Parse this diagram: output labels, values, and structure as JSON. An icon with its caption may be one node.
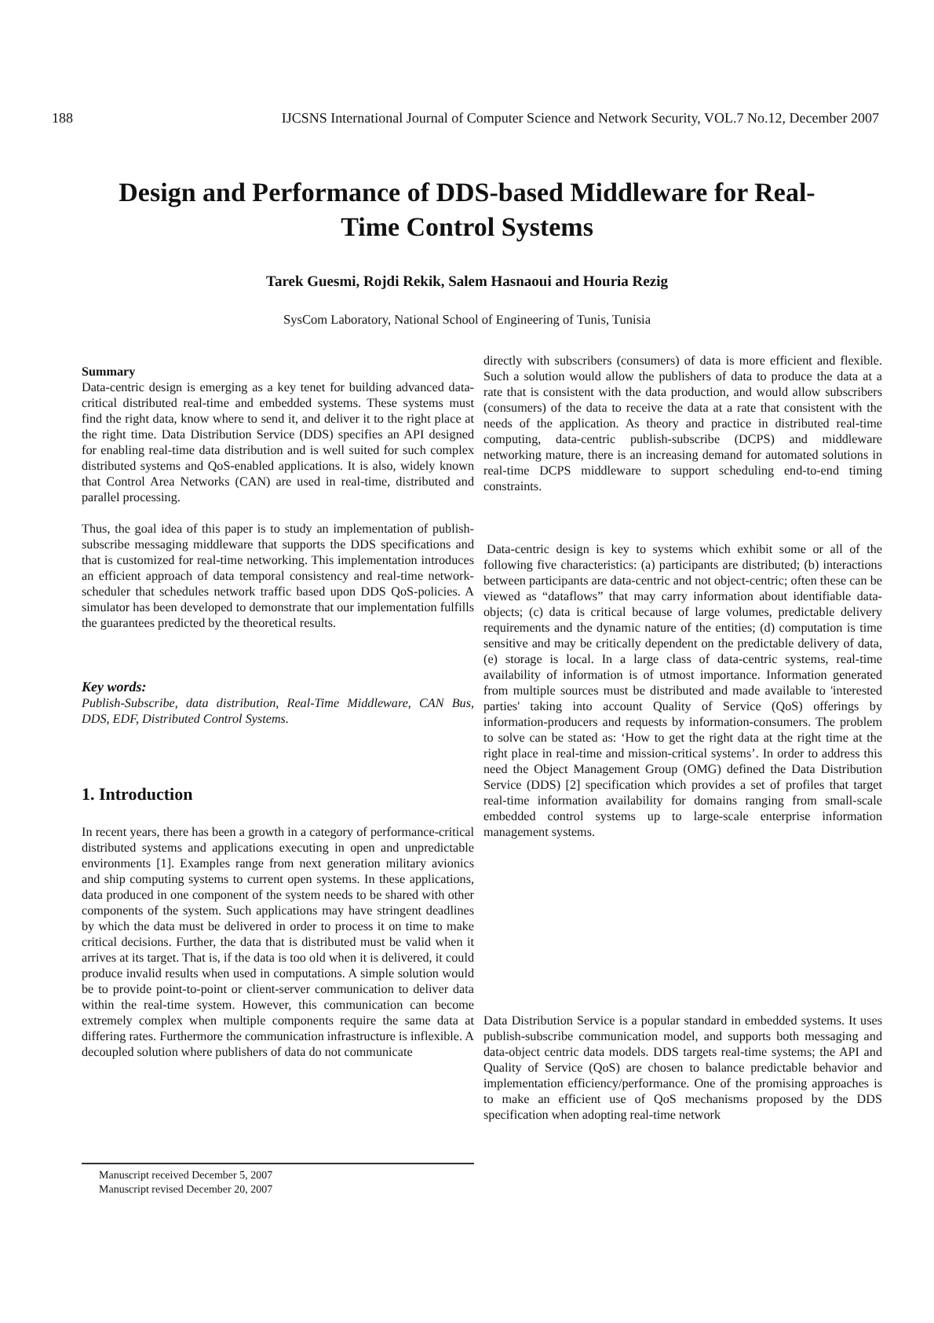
{
  "diagram": {
    "title": "Design and Performance of DDS-based Middleware for Real-Time Control Systems",
    "labels": [
      "188",
      "IJCSNS International Journal of Computer Science and Network Security, VOL.7 No.12, December 2007",
      "Tarek Guesmi, Rojdi Rekik, Salem Hasnaoui and Houria Rezig",
      "SysCom Laboratory, National School of Engineering of Tunis, Tunisia",
      "Summary",
      "Data-centric design is emerging as a key tenet for building advanced data-critical distributed real-time and embedded systems. These systems must find the right data, know where to send it, and deliver it to the right place at the right time. Data Distribution Service (DDS) specifies an API designed for enabling real-time data distribution and is well suited for such complex distributed systems and QoS-enabled applications. It is also, widely known that Control Area Networks (CAN) are used in real-time, distributed and parallel processing.",
      "Thus, the goal idea of this paper is to study an implementation of publish-subscribe messaging middleware that supports the DDS specifications and that is customized for real-time networking. This implementation introduces an efficient approach of data temporal consistency and real-time network-scheduler that schedules network traffic based upon DDS QoS-policies. A simulator has been developed to demonstrate that our implementation fulfills the guarantees predicted by the theoretical results.",
      "Key words:",
      "Publish-Subscribe, data distribution, Real-Time Middleware, CAN Bus, DDS, EDF, Distributed Control Systems.",
      "1. Introduction",
      "In recent years, there has been a growth in a category of performance-critical distributed systems and applications executing in open and unpredictable environments [1]. Examples range from next generation military avionics and ship computing systems to current open systems. In these applications, data produced in one component of the system needs to be shared with other components of the system. Such applications may have stringent deadlines by which the data must be delivered in order to process it on time to make critical decisions. Further, the data that is distributed must be valid when it arrives at its target. That is, if the data is too old when it is delivered, it could produce invalid results when used in computations. A simple solution would be to provide point-to-point or client-server communication to deliver data within the real-time system. However, this communication can become extremely complex when multiple components require the same data at differing rates. Furthermore the communication infrastructure is inflexible. A decoupled solution where publishers of data do not communicate",
      "Manuscript received December 5, 2007",
      "Manuscript revised December 20, 2007",
      "directly with subscribers (consumers) of data is more efficient and flexible. Such a solution would allow the publishers of data to produce the data at a rate that is consistent with the data production, and would allow subscribers (consumers) of the data to receive the data at a rate that consistent with the needs of the application. As theory and practice in distributed real-time computing, data-centric publish-subscribe (DCPS) and middleware networking mature, there is an increasing demand for automated solutions in real-time DCPS middleware to support scheduling end-to-end timing constraints.",
      "Data-centric design is key to systems which exhibit some or all of the following five characteristics: (a) participants are distributed; (b) interactions between participants are data-centric and not object-centric; often these can be viewed as “dataflows” that may carry information about identifiable data-objects; (c) data is critical because of large volumes, predictable delivery requirements and the dynamic nature of the entities; (d) computation is time sensitive and may be critically dependent on the predictable delivery of data, (e) storage is local. In a large class of data-centric systems, real-time availability of information is of utmost importance. Information generated from multiple sources must be distributed and made available to 'interested parties' taking into account Quality of Service (QoS) offerings by information-producers and requests by information-consumers. The problem to solve can be stated as: ‘How to get the right data at the right time at the right place in real-time and mission-critical systems’. In order to address this need the Object Management Group (OMG) defined the Data Distribution Service (DDS) [2] specification which provides a set of profiles that target real-time information availability for domains ranging from small-scale embedded control systems up to large-scale enterprise information management systems.",
      "Data Distribution Service is a popular standard in embedded systems. It uses publish-subscribe communication model, and supports both messaging and data-object centric data models. DDS targets real-time systems; the API and Quality of Service (QoS) are chosen to balance predictable behavior and implementation efficiency/performance. One of the promising approaches is to make an efficient use of QoS mechanisms proposed by the DDS specification when adopting real-time network"
    ]
  }
}
